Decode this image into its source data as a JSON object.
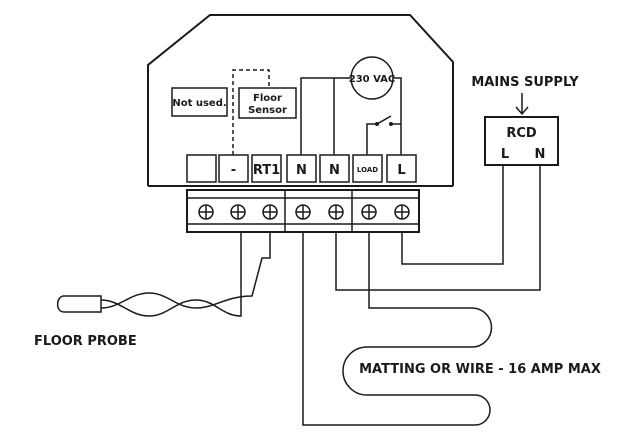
{
  "labels": {
    "not_used": "Not used.",
    "floor_sensor_line1": "Floor",
    "floor_sensor_line2": "Sensor",
    "voltage": "230 VAC",
    "mains_supply": "MAINS SUPPLY",
    "rcd": "RCD",
    "rcd_l": "L",
    "rcd_n": "N",
    "floor_probe": "FLOOR PROBE",
    "matting_note": "MATTING OR WIRE - 16 AMP MAX"
  },
  "terminals": {
    "t1": "",
    "t2": "-",
    "t3": "RT1",
    "t4": "N",
    "t5": "N",
    "t6": "LOAD",
    "t7": "L"
  },
  "colors": {
    "line": "#1a1a1a",
    "background": "#ffffff"
  }
}
